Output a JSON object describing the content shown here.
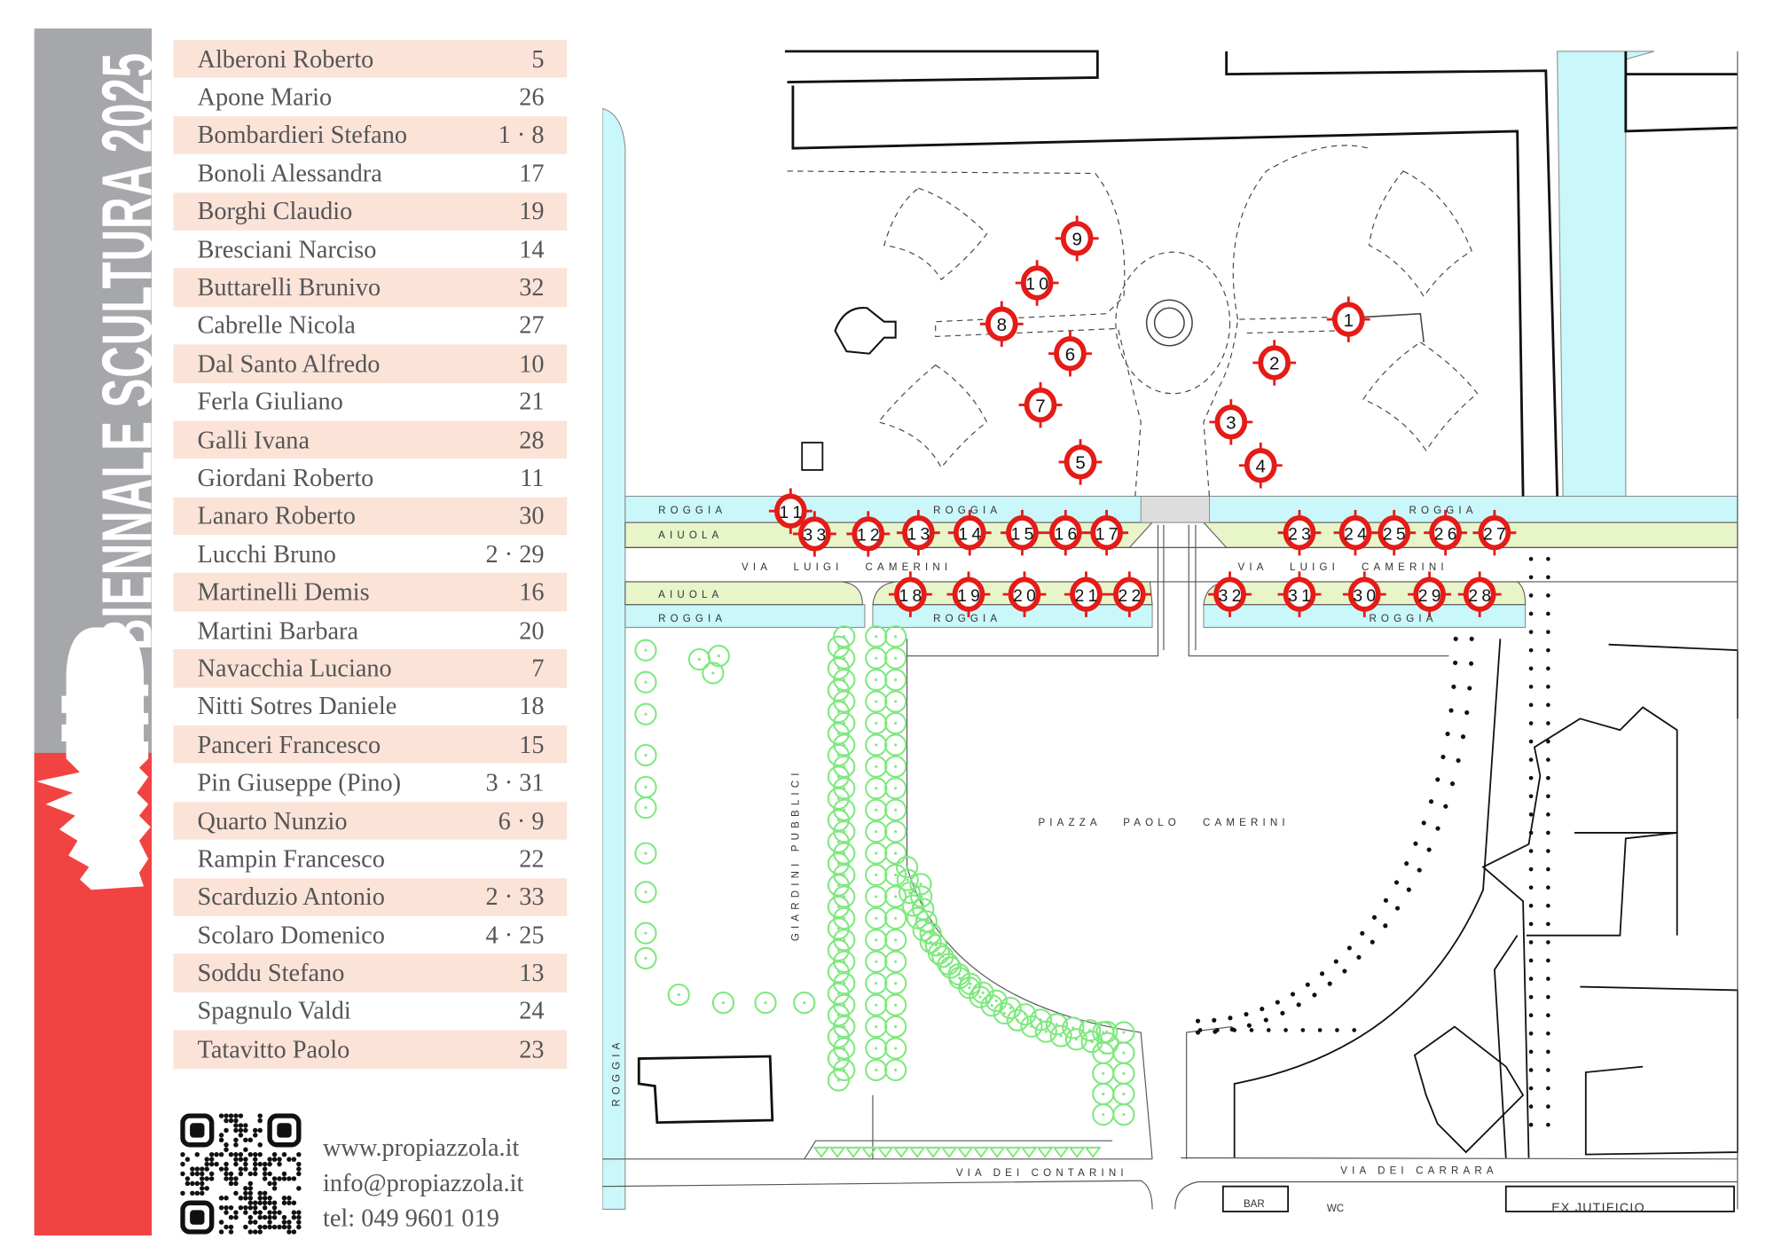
{
  "title": "BIENNALE SCULTURA 2025",
  "colors": {
    "band_gray": "#a6a7aa",
    "band_red": "#f24343",
    "row_pink": "#fbe3d8",
    "marker_red": "#e41b17",
    "water": "#c9f7fa",
    "flowerbed": "#e7f5c9",
    "tree": "#7fe87f"
  },
  "artists": [
    {
      "name": "Alberoni Roberto",
      "numbers": "5"
    },
    {
      "name": "Apone Mario",
      "numbers": "26"
    },
    {
      "name": "Bombardieri Stefano",
      "numbers": "1 · 8"
    },
    {
      "name": "Bonoli Alessandra",
      "numbers": "17"
    },
    {
      "name": "Borghi Claudio",
      "numbers": "19"
    },
    {
      "name": "Bresciani Narciso",
      "numbers": "14"
    },
    {
      "name": "Buttarelli Brunivo",
      "numbers": "32"
    },
    {
      "name": "Cabrelle Nicola",
      "numbers": "27"
    },
    {
      "name": "Dal Santo Alfredo",
      "numbers": "10"
    },
    {
      "name": "Ferla Giuliano",
      "numbers": "21"
    },
    {
      "name": "Galli Ivana",
      "numbers": "28"
    },
    {
      "name": "Giordani Roberto",
      "numbers": "11"
    },
    {
      "name": "Lanaro Roberto",
      "numbers": "30"
    },
    {
      "name": "Lucchi Bruno",
      "numbers": "2 · 29"
    },
    {
      "name": "Martinelli Demis",
      "numbers": "16"
    },
    {
      "name": "Martini Barbara",
      "numbers": "20"
    },
    {
      "name": "Navacchia Luciano",
      "numbers": "7"
    },
    {
      "name": "Nitti Sotres Daniele",
      "numbers": "18"
    },
    {
      "name": "Panceri Francesco",
      "numbers": "15"
    },
    {
      "name": "Pin Giuseppe (Pino)",
      "numbers": "3 · 31"
    },
    {
      "name": "Quarto Nunzio",
      "numbers": "6 · 9"
    },
    {
      "name": "Rampin Francesco",
      "numbers": "22"
    },
    {
      "name": "Scarduzio Antonio",
      "numbers": "2 · 33"
    },
    {
      "name": "Scolaro Domenico",
      "numbers": "4 · 25"
    },
    {
      "name": "Soddu Stefano",
      "numbers": "13"
    },
    {
      "name": "Spagnulo Valdi",
      "numbers": "24"
    },
    {
      "name": "Tatavitto Paolo",
      "numbers": "23"
    }
  ],
  "contact": {
    "website": "www.propiazzola.it",
    "email": "info@propiazzola.it",
    "phone": "tel: 049 9601 019"
  },
  "map": {
    "labels": {
      "roggia": "ROGGIA",
      "aiuola": "AIUOLA",
      "via_luigi_camerini": "VIA   LUIGI   CAMERINI",
      "piazza": "PIAZZA   PAOLO   CAMERINI",
      "giardini": "GIARDINI PUBBLICI",
      "via_contarini": "VIA DEI CONTARINI",
      "via_carrara": "VIA DEI CARRARA",
      "bar": "BAR",
      "wc": "WC",
      "ex_jutificio": "EX JUTIFICIO"
    },
    "markers": [
      "1",
      "2",
      "3",
      "4",
      "5",
      "6",
      "7",
      "8",
      "9",
      "10",
      "11",
      "12",
      "13",
      "14",
      "15",
      "16",
      "17",
      "18",
      "19",
      "20",
      "21",
      "22",
      "23",
      "24",
      "25",
      "26",
      "27",
      "28",
      "29",
      "30",
      "31",
      "32",
      "33"
    ]
  }
}
